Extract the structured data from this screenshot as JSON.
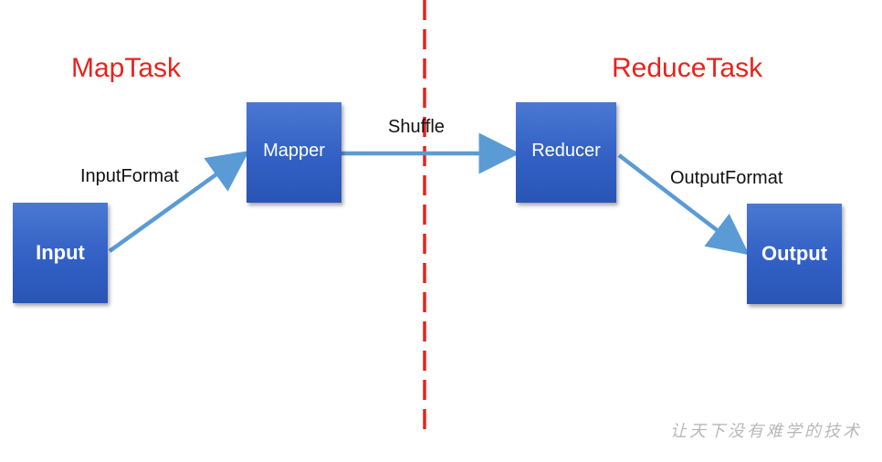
{
  "sections": {
    "map": "MapTask",
    "reduce": "ReduceTask"
  },
  "nodes": {
    "input": "Input",
    "mapper": "Mapper",
    "reducer": "Reducer",
    "output": "Output"
  },
  "edges": {
    "input_to_mapper": "InputFormat",
    "mapper_to_reducer": "Shuffle",
    "reducer_to_output": "OutputFormat"
  },
  "watermark": "让天下没有难学的技术",
  "colors": {
    "section_title": "#e8231c",
    "divider": "#e8231c",
    "box": "#3a66c8",
    "arrow": "#5b9bd5"
  }
}
